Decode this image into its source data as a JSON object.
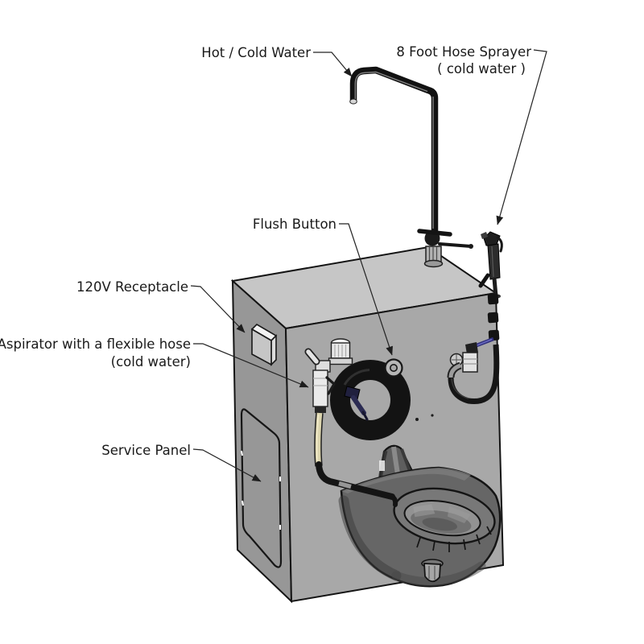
{
  "diagram": {
    "background_color": "#ffffff",
    "labels": {
      "hot_cold_water": {
        "text": "Hot / Cold Water"
      },
      "hose_sprayer": {
        "line1": "8 Foot Hose Sprayer",
        "line2": "( cold water )"
      },
      "flush_button": {
        "text": "Flush Button"
      },
      "receptacle_120v": {
        "text": "120V Receptacle"
      },
      "aspirator": {
        "line1": "Aspirator with a flexible hose",
        "line2": "(cold water)"
      },
      "service_panel": {
        "text": "Service Panel"
      }
    },
    "colors": {
      "outline": "#141414",
      "label_text": "#1a1a1a",
      "cabinet_top": "#c6c6c6",
      "cabinet_left": "#979797",
      "cabinet_front": "#a8a8a8",
      "pipe_black": "#141414",
      "hose_cream": "#dbd4ae",
      "tube_blue": "#30307c",
      "nozzle_navy": "#2b2b52",
      "bowl_body": "#666666",
      "bowl_interior": "#929292"
    }
  }
}
